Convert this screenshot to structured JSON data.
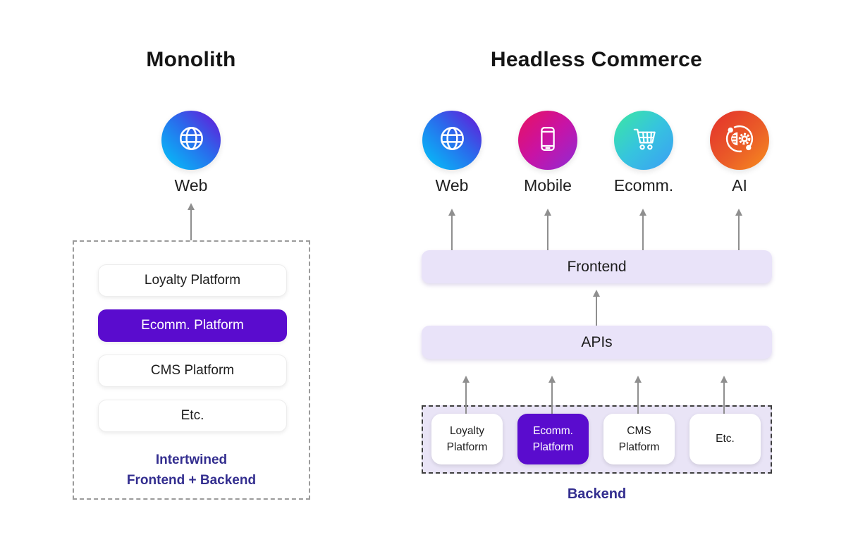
{
  "monolith": {
    "title": "Monolith",
    "channel": {
      "label": "Web",
      "icon": "globe-icon"
    },
    "stack": {
      "items": [
        {
          "label": "Loyalty Platform",
          "highlighted": false
        },
        {
          "label": "Ecomm. Platform",
          "highlighted": true
        },
        {
          "label": "CMS Platform",
          "highlighted": false
        },
        {
          "label": "Etc.",
          "highlighted": false
        }
      ],
      "caption_line1": "Intertwined",
      "caption_line2": "Frontend + Backend"
    }
  },
  "headless": {
    "title": "Headless Commerce",
    "channels": [
      {
        "label": "Web",
        "icon": "globe-icon"
      },
      {
        "label": "Mobile",
        "icon": "phone-icon"
      },
      {
        "label": "Ecomm.",
        "icon": "cart-icon"
      },
      {
        "label": "AI",
        "icon": "ai-icon"
      }
    ],
    "frontend_label": "Frontend",
    "apis_label": "APIs",
    "backend": {
      "label": "Backend",
      "items": [
        {
          "label": "Loyalty Platform",
          "highlighted": false
        },
        {
          "label": "Ecomm. Platform",
          "highlighted": true
        },
        {
          "label": "CMS Platform",
          "highlighted": false
        },
        {
          "label": "Etc.",
          "highlighted": false
        }
      ]
    }
  },
  "colors": {
    "accent_purple": "#5a0cce",
    "caption_indigo": "#332e8f",
    "frontend_bar": "#e9e3f9",
    "backend_fill": "#e9e4f6",
    "arrow_gray": "#8f8f8f",
    "dashed_left": "#9b9b9b",
    "dashed_right": "#3e3e3e"
  }
}
